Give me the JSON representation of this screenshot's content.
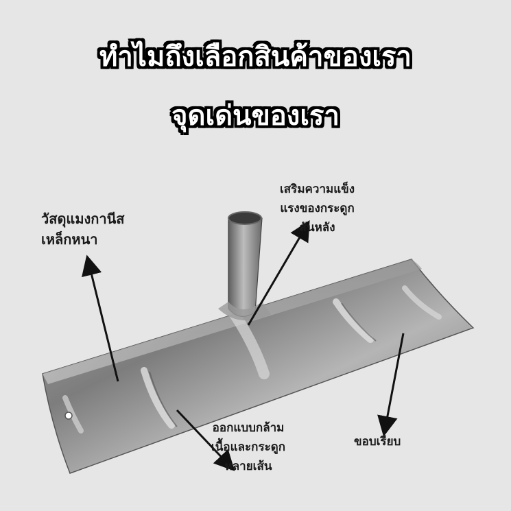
{
  "headline": {
    "line1": "ทำไมถึงเลือกสินค้าของเรา",
    "line2": "จุดเด่นของเรา"
  },
  "callouts": {
    "material": [
      "วัสดุแมงกานีส",
      "เหล็กหนา"
    ],
    "spine": [
      "เสริมความแข็ง",
      "แรงของกระดูก",
      "สันหลัง"
    ],
    "ribs": [
      "ออกแบบกล้าม",
      "เนื้อและกระดูก",
      "หลายเส้น"
    ],
    "edge": [
      "ขอบเรียบ"
    ]
  },
  "colors": {
    "background": "#e6e6e6",
    "metal": "#8c8c8c",
    "text": "#1a1a1a"
  }
}
